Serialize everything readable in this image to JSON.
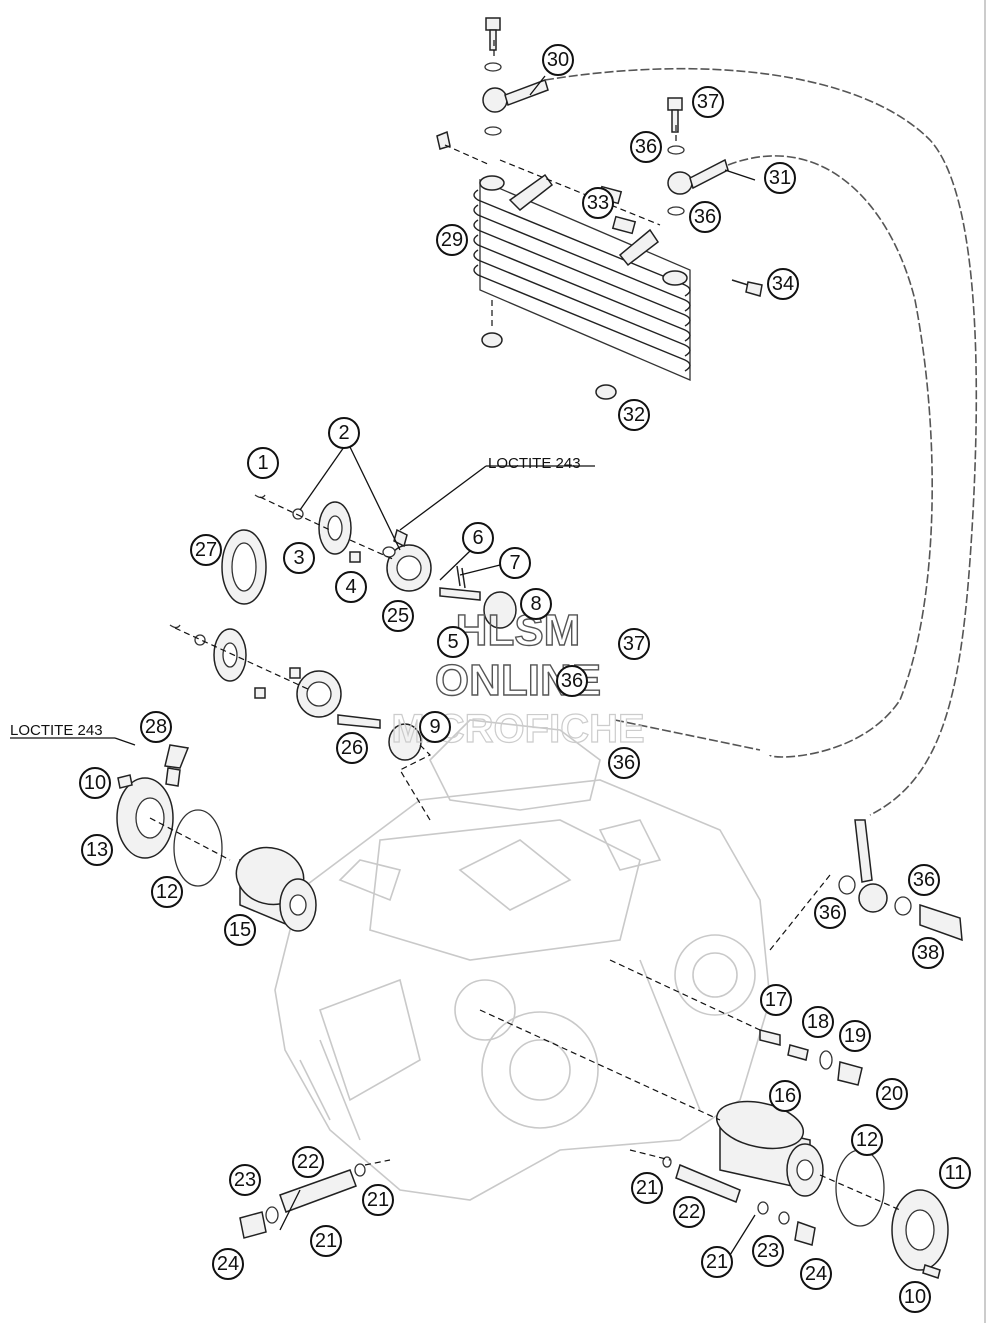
{
  "annotations": {
    "loctite_top": "LOCTITE 243",
    "loctite_left": "LOCTITE 243"
  },
  "watermark": {
    "line1": "HLSM",
    "line2": "ONLINE",
    "line3": "MICROFICHE"
  },
  "callouts": [
    "1",
    "2",
    "3",
    "4",
    "5",
    "6",
    "7",
    "8",
    "9",
    "10",
    "10",
    "11",
    "12",
    "12",
    "13",
    "15",
    "16",
    "17",
    "18",
    "19",
    "20",
    "21",
    "21",
    "21",
    "21",
    "22",
    "22",
    "23",
    "23",
    "24",
    "24",
    "25",
    "26",
    "27",
    "28",
    "29",
    "30",
    "31",
    "32",
    "33",
    "34",
    "36",
    "36",
    "36",
    "36",
    "36",
    "36",
    "37",
    "37",
    "38"
  ],
  "colors": {
    "line": "#111111",
    "engine_outline": "#c9c9c9",
    "background": "#ffffff"
  }
}
